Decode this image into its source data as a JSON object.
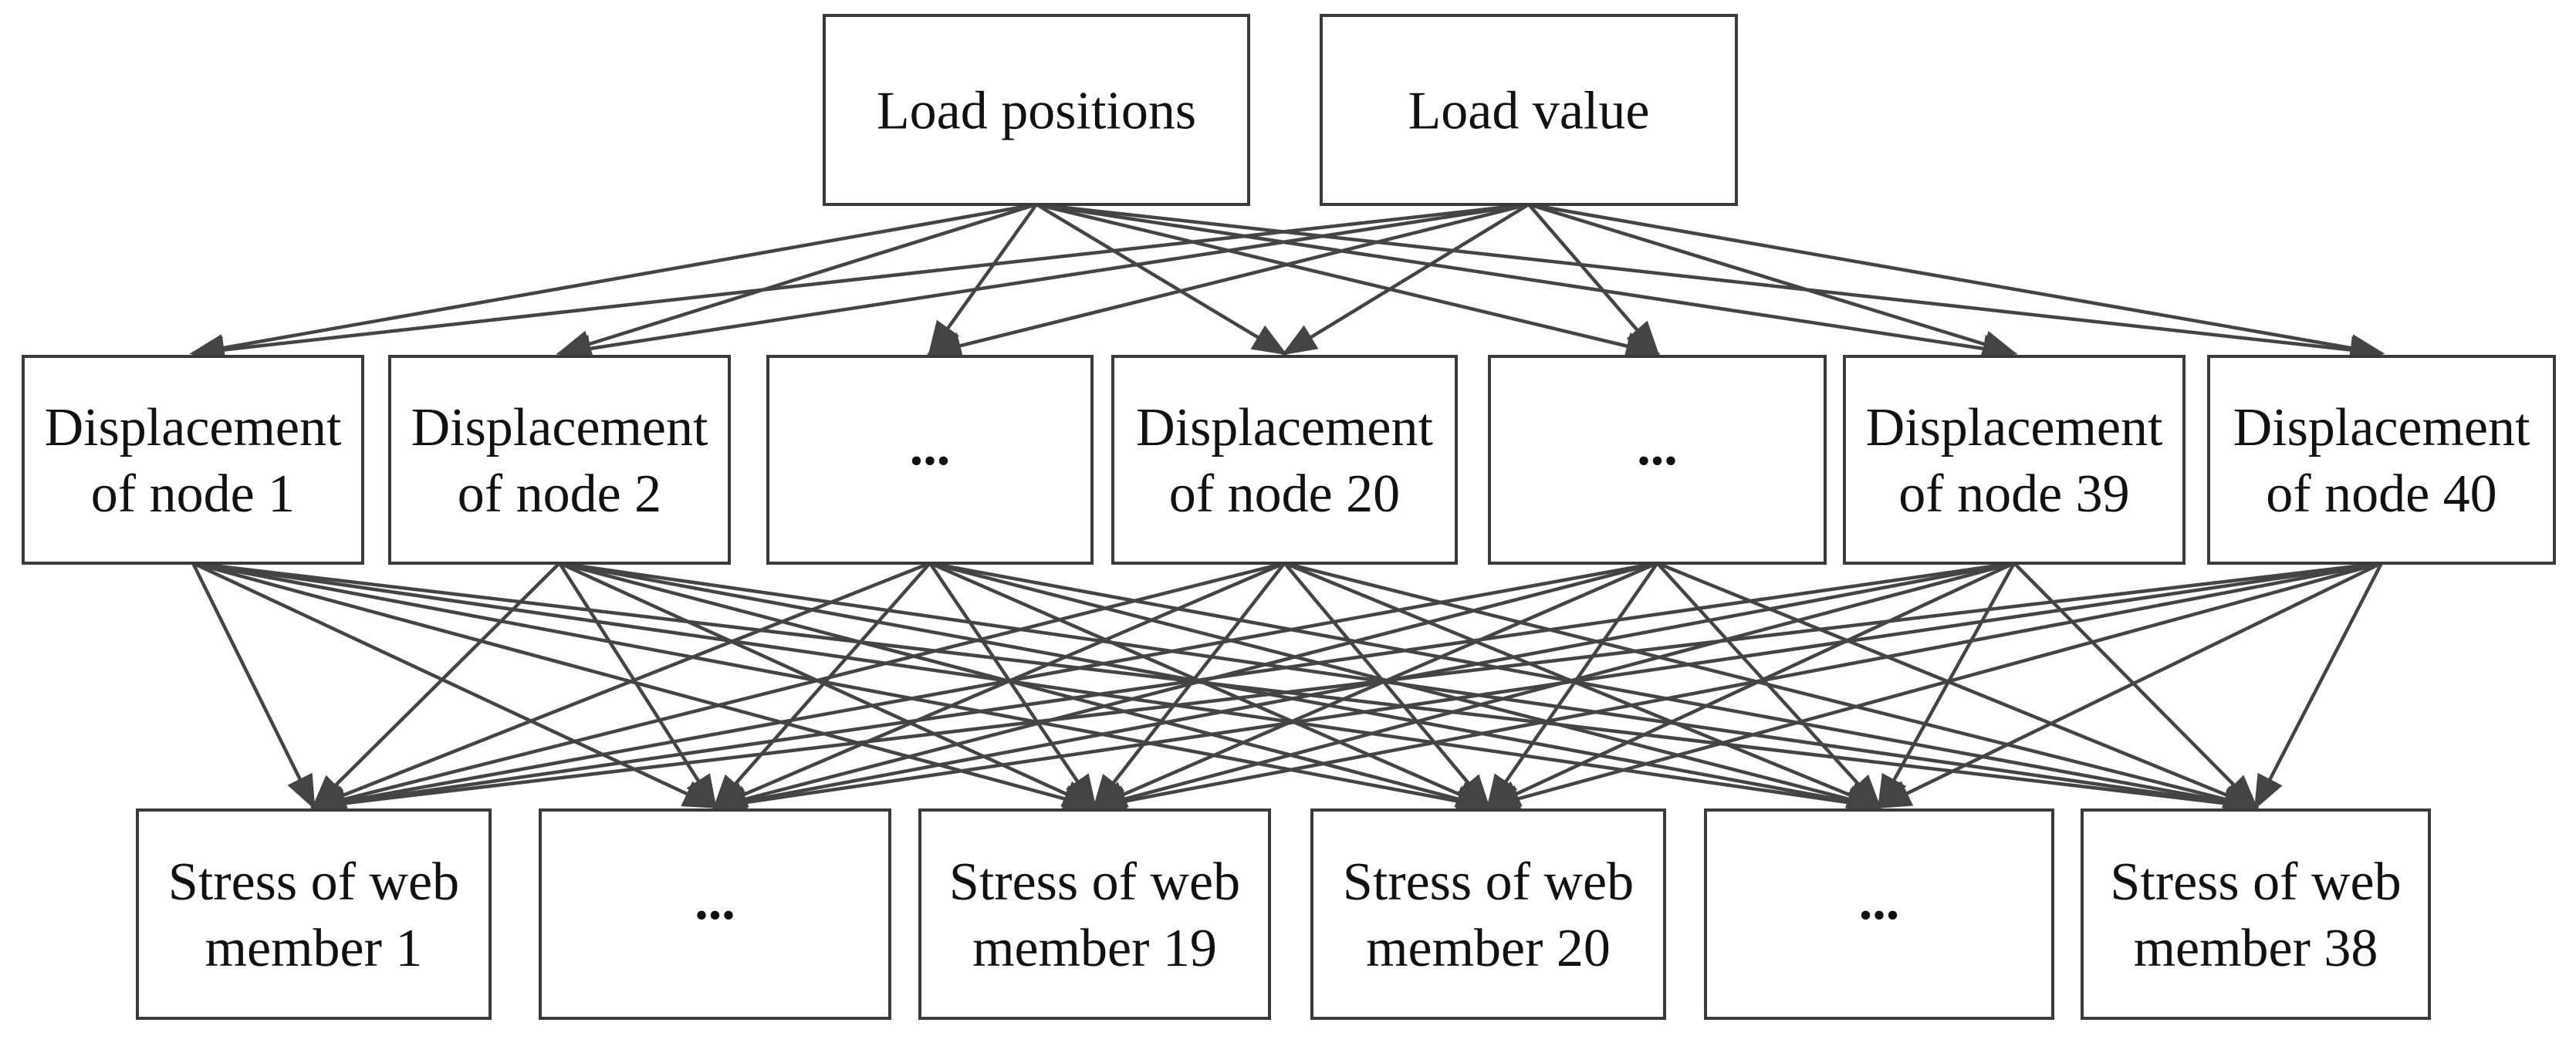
{
  "diagram": {
    "inputs": [
      {
        "id": "load-positions",
        "label": "Load positions"
      },
      {
        "id": "load-value",
        "label": "Load value"
      }
    ],
    "hidden": [
      {
        "id": "disp-1",
        "lines": [
          "Displacement",
          "of node 1"
        ]
      },
      {
        "id": "disp-2",
        "lines": [
          "Displacement",
          "of node 2"
        ]
      },
      {
        "id": "disp-ellipsis-a",
        "lines": [
          "..."
        ]
      },
      {
        "id": "disp-20",
        "lines": [
          "Displacement",
          "of node 20"
        ]
      },
      {
        "id": "disp-ellipsis-b",
        "lines": [
          "..."
        ]
      },
      {
        "id": "disp-39",
        "lines": [
          "Displacement",
          "of node 39"
        ]
      },
      {
        "id": "disp-40",
        "lines": [
          "Displacement",
          "of node 40"
        ]
      }
    ],
    "outputs": [
      {
        "id": "stress-1",
        "lines": [
          "Stress of web",
          "member 1"
        ]
      },
      {
        "id": "stress-ellipsis-a",
        "lines": [
          "..."
        ]
      },
      {
        "id": "stress-19",
        "lines": [
          "Stress of web",
          "member 19"
        ]
      },
      {
        "id": "stress-20",
        "lines": [
          "Stress of web",
          "member 20"
        ]
      },
      {
        "id": "stress-ellipsis-b",
        "lines": [
          "..."
        ]
      },
      {
        "id": "stress-38",
        "lines": [
          "Stress of web",
          "member 38"
        ]
      }
    ],
    "connections": "fully-connected",
    "line_color": "#444444",
    "box_border_color": "#3a3a3a"
  }
}
